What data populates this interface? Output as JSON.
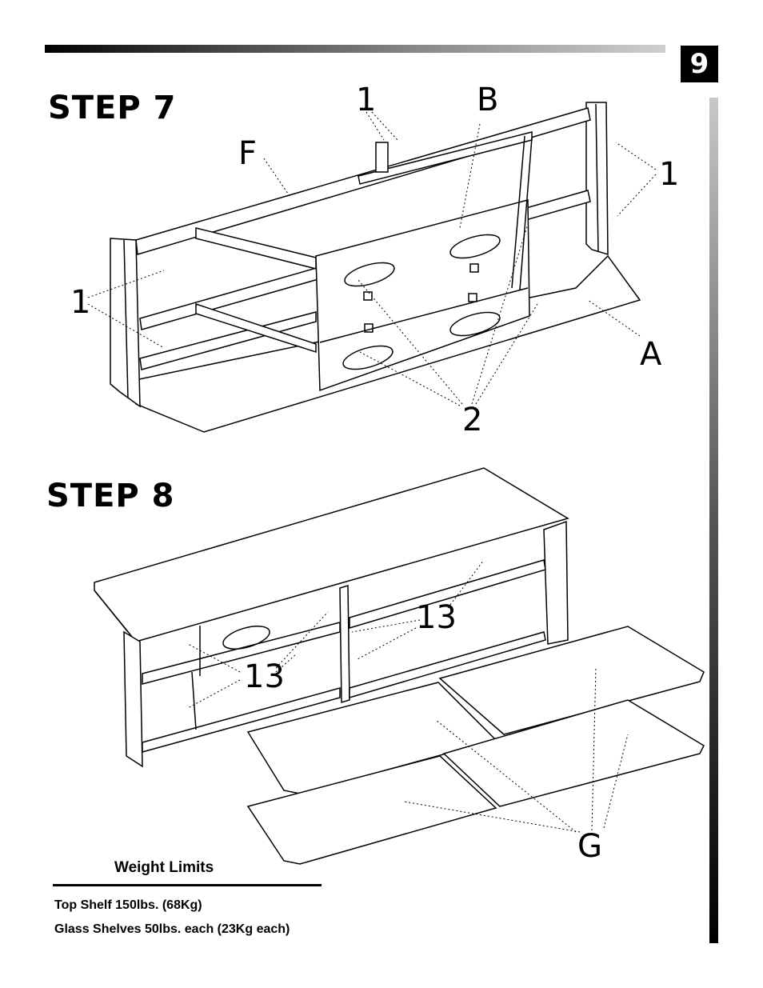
{
  "page_number": "9",
  "step7": {
    "title": "STEP 7",
    "labels": {
      "part_b": "B",
      "part_f": "F",
      "part_a": "A",
      "screw_top": "1",
      "screw_right": "1",
      "screw_left": "1",
      "bolt": "2"
    }
  },
  "step8": {
    "title": "STEP 8",
    "labels": {
      "pin_right": "13",
      "pin_left": "13",
      "glass": "G"
    }
  },
  "weight_limits": {
    "title": "Weight Limits",
    "lines": [
      "Top Shelf 150lbs.  (68Kg)",
      "Glass Shelves 50lbs. each (23Kg each)"
    ]
  }
}
